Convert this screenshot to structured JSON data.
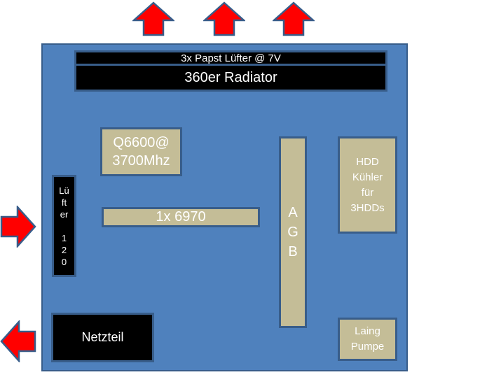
{
  "diagram": {
    "fans_top_label": "3x Papst Lüfter @ 7V",
    "radiator_label": "360er Radiator",
    "cpu_label_line1": "Q6600@",
    "cpu_label_line2": "3700Mhz",
    "gpu_label": "1x 6970",
    "reservoir_label": [
      "A",
      "G",
      "B"
    ],
    "hdd_label": [
      "HDD",
      "Kühler",
      "für",
      "3HDDs"
    ],
    "pump_label": [
      "Laing",
      "Pumpe"
    ],
    "psu_label": "Netzteil",
    "side_fan_label": [
      "Lü",
      "ft",
      "er",
      "",
      "1",
      "2",
      "0"
    ],
    "arrows": {
      "top": [
        "airflow-out",
        "airflow-out",
        "airflow-out"
      ],
      "left_upper": "airflow-in",
      "left_lower": "airflow-out"
    },
    "colors": {
      "case": "#4f81bd",
      "border": "#385d8a",
      "component": "#c4bd97",
      "dark_component": "#000000",
      "arrow": "#ff0000"
    }
  }
}
